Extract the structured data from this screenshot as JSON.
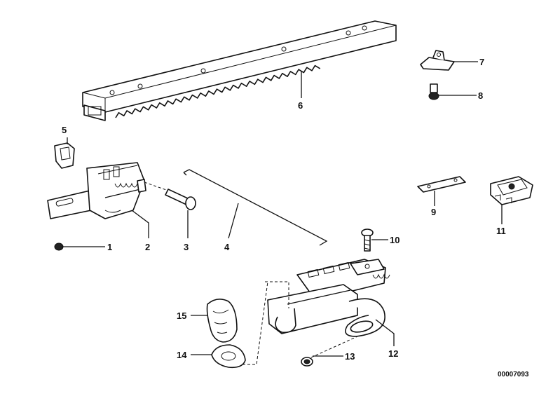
{
  "diagram": {
    "reference_number": "00007093",
    "callouts": [
      {
        "id": "1",
        "label": "1"
      },
      {
        "id": "2",
        "label": "2"
      },
      {
        "id": "3",
        "label": "3"
      },
      {
        "id": "4",
        "label": "4"
      },
      {
        "id": "5",
        "label": "5"
      },
      {
        "id": "6",
        "label": "6"
      },
      {
        "id": "7",
        "label": "7"
      },
      {
        "id": "8",
        "label": "8"
      },
      {
        "id": "9",
        "label": "9"
      },
      {
        "id": "10",
        "label": "10"
      },
      {
        "id": "11",
        "label": "11"
      },
      {
        "id": "12",
        "label": "12"
      },
      {
        "id": "13",
        "label": "13"
      },
      {
        "id": "14",
        "label": "14"
      },
      {
        "id": "15",
        "label": "15"
      }
    ]
  }
}
